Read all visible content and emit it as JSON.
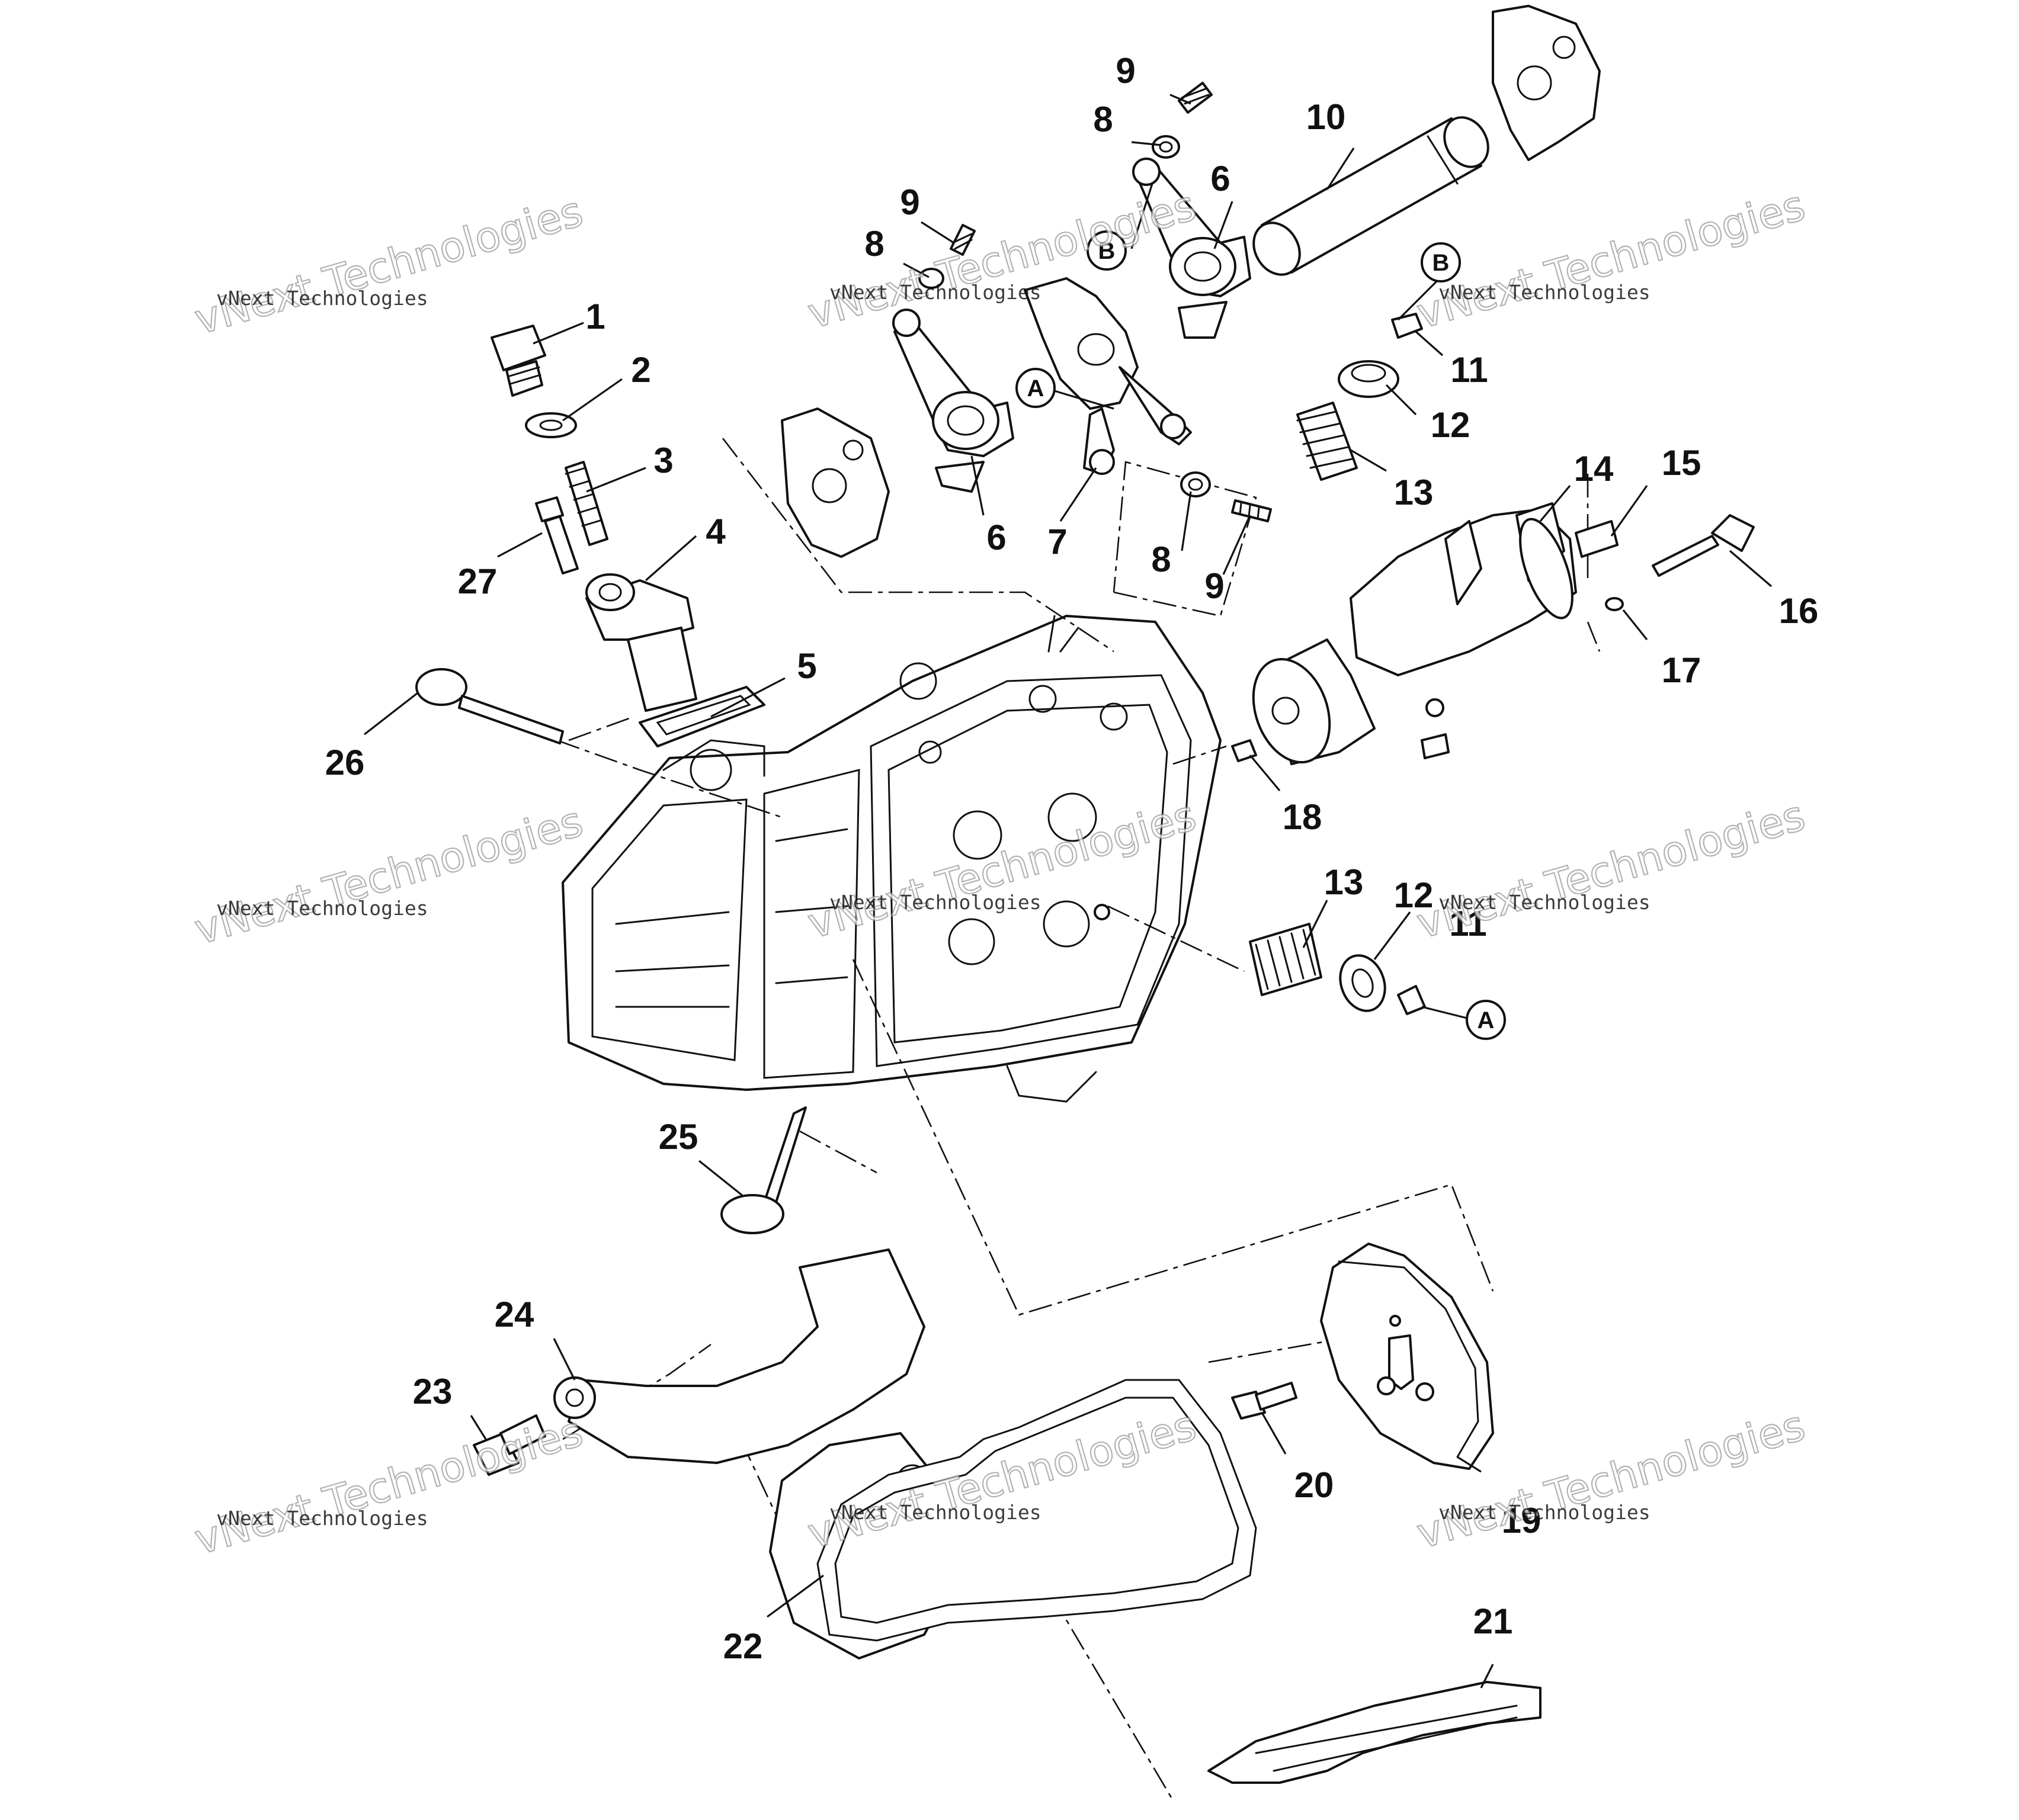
{
  "diagram": {
    "callouts": [
      "1",
      "2",
      "3",
      "4",
      "5",
      "6",
      "6",
      "7",
      "8",
      "8",
      "8",
      "9",
      "9",
      "9",
      "10",
      "11",
      "11",
      "12",
      "12",
      "13",
      "13",
      "14",
      "15",
      "16",
      "17",
      "18",
      "19",
      "20",
      "21",
      "22",
      "23",
      "24",
      "25",
      "26",
      "27"
    ],
    "reference_markers": [
      "A",
      "A",
      "B",
      "B"
    ],
    "watermark": {
      "line1": "vNext Technologies",
      "line2": "vNext Technologies"
    }
  }
}
